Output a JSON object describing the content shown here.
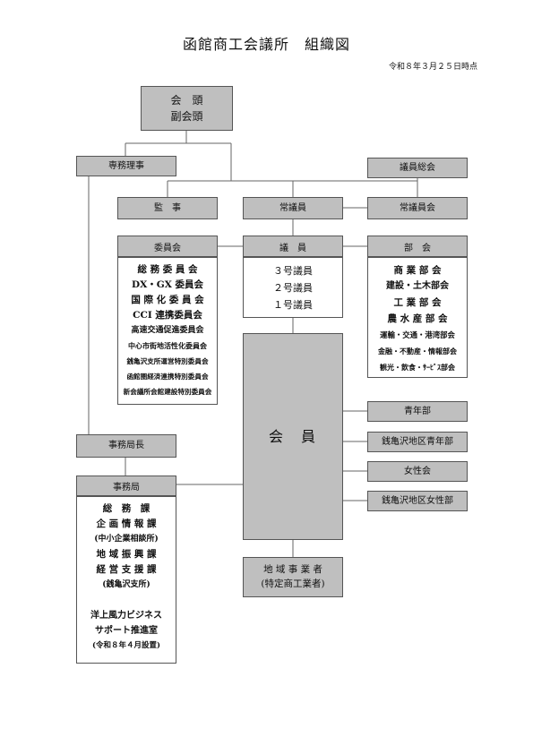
{
  "title": "函館商工会議所　組織図",
  "date": "令和８年３月２５日時点",
  "top": {
    "line1": "会　頭",
    "line2": "副会頭"
  },
  "senmu": "専務理事",
  "giin_sokai": "議員総会",
  "kanji": "監　事",
  "joginin": "常議員",
  "joginin_kai": "常議員会",
  "iinkai": {
    "header": "委員会",
    "items": [
      "総 務 委 員 会",
      "DX・GX 委員会",
      "国 際 化 委 員 会",
      "CCI 連携委員会",
      "高速交通促進委員会",
      "中心市街地活性化委員会",
      "銭亀沢支所運営特別委員会",
      "函館圏経済連携特別委員会",
      "新会議所会館建設特別委員会"
    ]
  },
  "giin": {
    "header": "議　員",
    "items": [
      "３号議員",
      "２号議員",
      "１号議員"
    ]
  },
  "bukai": {
    "header": "部　会",
    "items": [
      "商 業 部 会",
      "建設・土木部会",
      "工 業 部 会",
      "農 水 産 部 会",
      "運輸・交通・港湾部会",
      "金融・不動産・情報部会",
      "観光・飲食・ｻｰﾋﾞｽ部会"
    ]
  },
  "kaiin": "会　員",
  "side_groups": [
    "青年部",
    "銭亀沢地区青年部",
    "女性会",
    "銭亀沢地区女性部"
  ],
  "jimukyokucho": "事務局長",
  "jimukyoku": {
    "header": "事務局",
    "items": [
      "総　務　課",
      "企 画 情 報 課",
      "(中小企業相談所)",
      "地 域 振 興 課",
      "経 営 支 援 課",
      "(銭亀沢支所)",
      "",
      "洋上風力ビジネス",
      "サポート推進室",
      "(令和８年４月設置)"
    ]
  },
  "chiiki": {
    "line1": "地 域 事 業 者",
    "line2": "(特定商工業者)"
  }
}
